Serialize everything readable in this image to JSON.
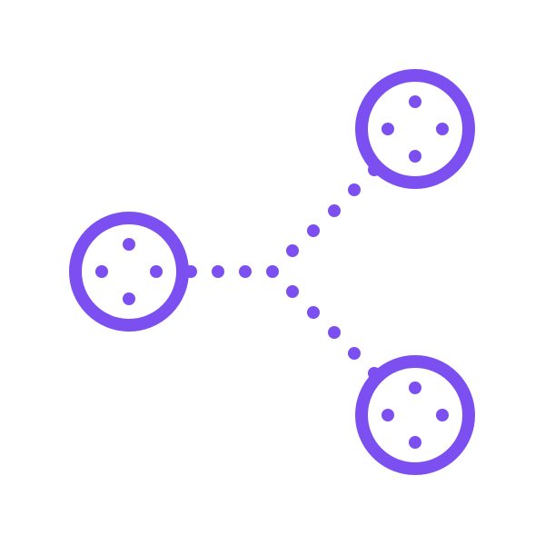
{
  "graphic": {
    "icon": "share-network-icon",
    "accent_color": "#7B4FF0",
    "background_color": "#FFFFFF",
    "nodes": [
      {
        "name": "left-node"
      },
      {
        "name": "top-right-node"
      },
      {
        "name": "bottom-right-node"
      }
    ],
    "connectors": [
      {
        "name": "left-horizontal-connector"
      },
      {
        "name": "upper-diagonal-connector"
      },
      {
        "name": "lower-diagonal-connector"
      }
    ]
  }
}
